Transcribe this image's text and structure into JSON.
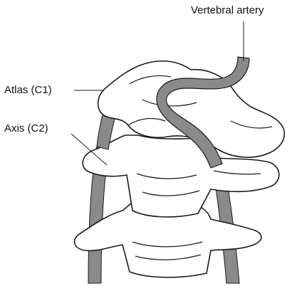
{
  "labels": {
    "vertebral_artery": "Vertebral artery",
    "atlas": "Atlas (C1)",
    "axis": "Axis (C2)"
  },
  "colors": {
    "artery_fill": "#8a8a8a",
    "outline": "#1a1a1a",
    "bone_fill": "#ffffff"
  }
}
